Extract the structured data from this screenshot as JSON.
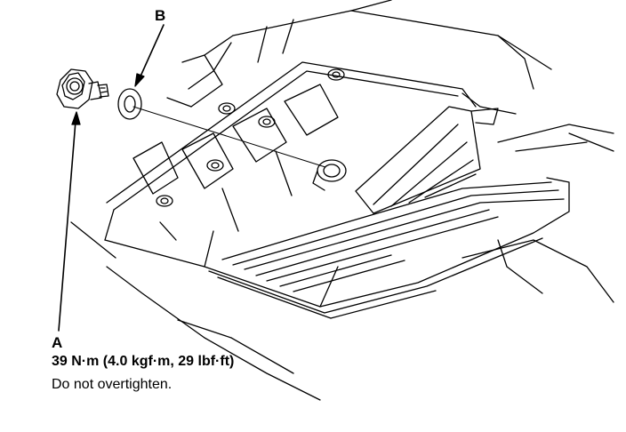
{
  "callouts": {
    "a_letter": "A",
    "b_letter": "B"
  },
  "spec": {
    "torque": "39 N·m (4.0 kgf·m, 29 lbf·ft)",
    "note": "Do not overtighten."
  }
}
